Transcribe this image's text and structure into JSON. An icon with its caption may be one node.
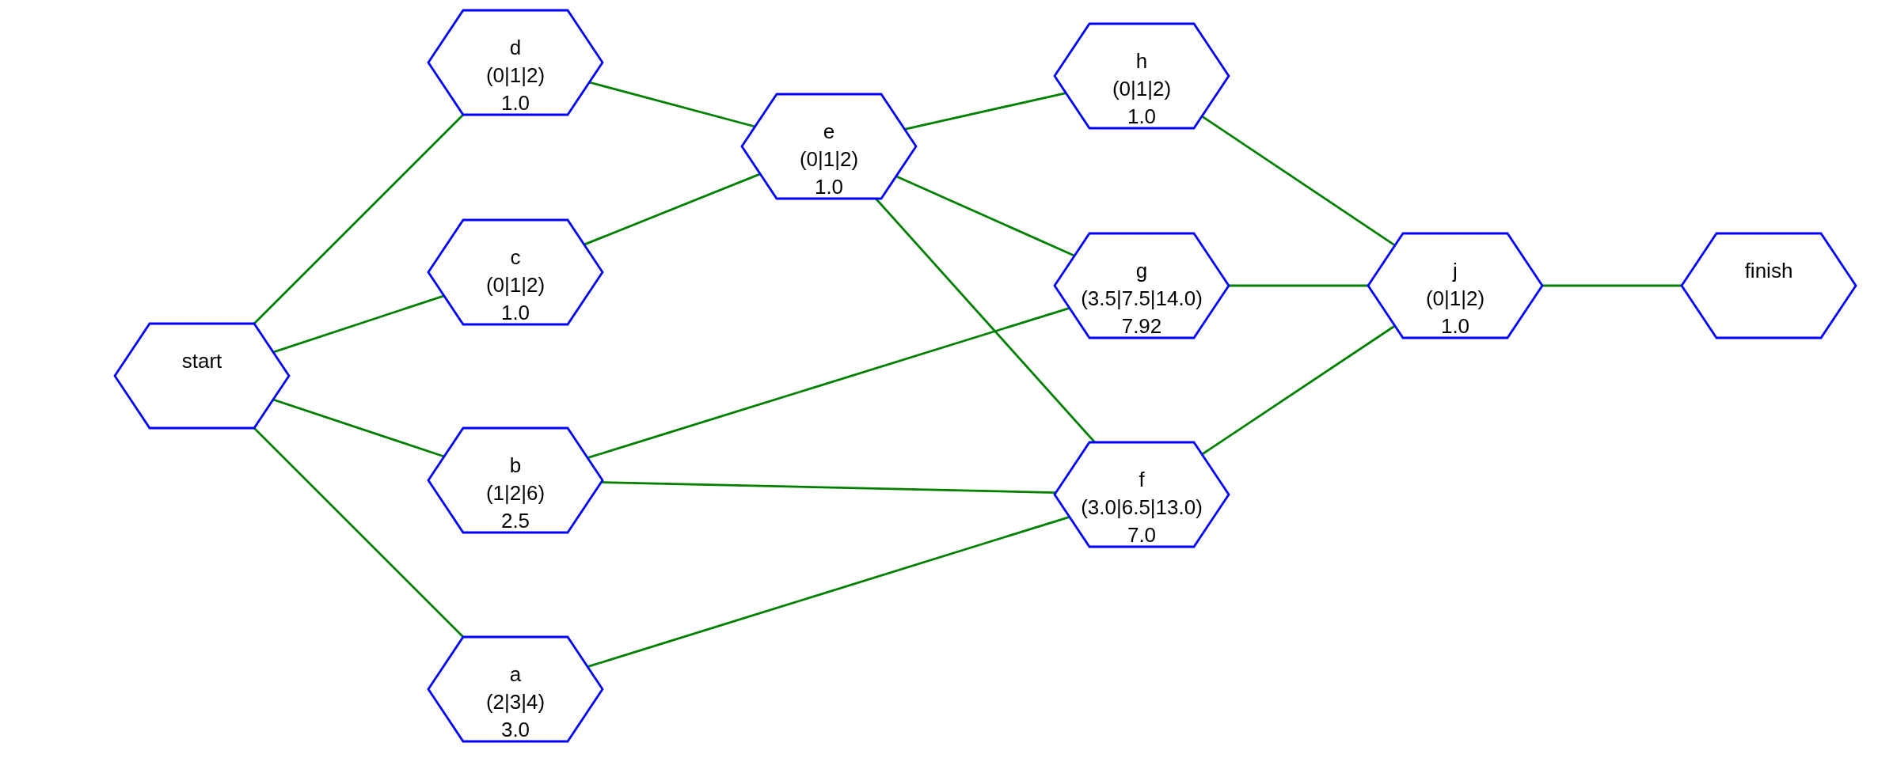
{
  "diagram": {
    "nodes": [
      {
        "text": [
          "start"
        ]
      },
      {
        "text": [
          "d",
          "(0|1|2)",
          "1.0"
        ]
      },
      {
        "text": [
          "c",
          "(0|1|2)",
          "1.0"
        ]
      },
      {
        "text": [
          "b",
          "(1|2|6)",
          "2.5"
        ]
      },
      {
        "text": [
          "a",
          "(2|3|4)",
          "3.0"
        ]
      },
      {
        "text": [
          "e",
          "(0|1|2)",
          "1.0"
        ]
      },
      {
        "text": [
          "h",
          "(0|1|2)",
          "1.0"
        ]
      },
      {
        "text": [
          "g",
          "(3.5|7.5|14.0)",
          "7.92"
        ]
      },
      {
        "text": [
          "f",
          "(3.0|6.5|13.0)",
          "7.0"
        ]
      },
      {
        "text": [
          "j",
          "(0|1|2)",
          "1.0"
        ]
      },
      {
        "text": [
          "finish"
        ]
      }
    ],
    "edges": [
      {
        "from": 0,
        "to": 1,
        "arrow": "none"
      },
      {
        "from": 0,
        "to": 2,
        "arrow": "none"
      },
      {
        "from": 0,
        "to": 3,
        "arrow": "none"
      },
      {
        "from": 0,
        "to": 4,
        "arrow": "none"
      },
      {
        "from": 1,
        "to": 5,
        "arrow": "none"
      },
      {
        "from": 2,
        "to": 5,
        "arrow": "none"
      },
      {
        "from": 5,
        "to": 6,
        "arrow": "none"
      },
      {
        "from": 5,
        "to": 7,
        "arrow": "none"
      },
      {
        "from": 5,
        "to": 8,
        "arrow": "none"
      },
      {
        "from": 3,
        "to": 7,
        "arrow": "none"
      },
      {
        "from": 3,
        "to": 8,
        "arrow": "none"
      },
      {
        "from": 4,
        "to": 8,
        "arrow": "none"
      },
      {
        "from": 6,
        "to": 9,
        "arrow": "none"
      },
      {
        "from": 7,
        "to": 9,
        "arrow": "none"
      },
      {
        "from": 8,
        "to": 9,
        "arrow": "none"
      },
      {
        "from": 9,
        "to": 10,
        "arrow": "none"
      }
    ]
  }
}
